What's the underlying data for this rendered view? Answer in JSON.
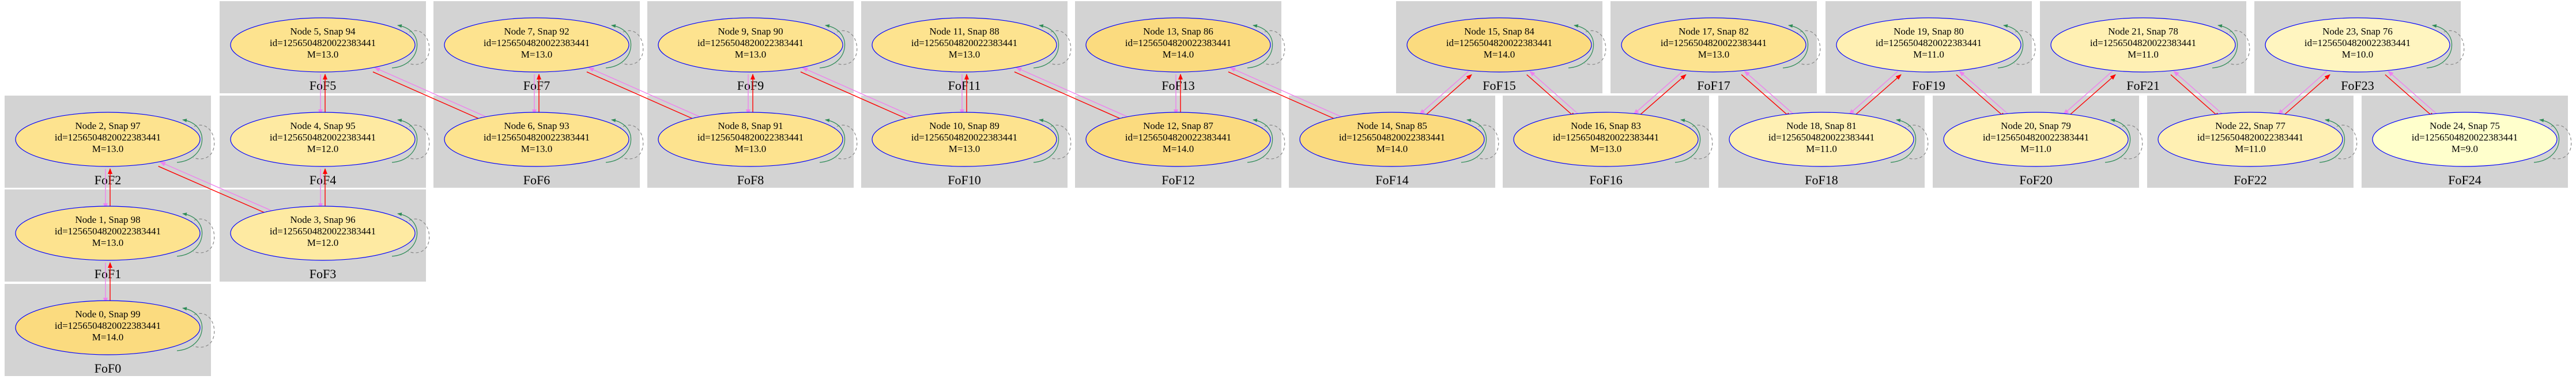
{
  "graph": {
    "clusters": [
      {
        "label": "FoF0"
      },
      {
        "label": "FoF1"
      },
      {
        "label": "FoF2"
      },
      {
        "label": "FoF3"
      },
      {
        "label": "FoF4"
      },
      {
        "label": "FoF5"
      },
      {
        "label": "FoF6"
      },
      {
        "label": "FoF7"
      },
      {
        "label": "FoF8"
      },
      {
        "label": "FoF9"
      },
      {
        "label": "FoF10"
      },
      {
        "label": "FoF11"
      },
      {
        "label": "FoF12"
      },
      {
        "label": "FoF13"
      },
      {
        "label": "FoF14"
      },
      {
        "label": "FoF15"
      },
      {
        "label": "FoF16"
      },
      {
        "label": "FoF17"
      },
      {
        "label": "FoF18"
      },
      {
        "label": "FoF19"
      },
      {
        "label": "FoF20"
      },
      {
        "label": "FoF21"
      },
      {
        "label": "FoF22"
      },
      {
        "label": "FoF23"
      },
      {
        "label": "FoF24"
      }
    ],
    "nodes": [
      {
        "title": "Node 0, Snap 99",
        "id_text": "id=1256504820022383441",
        "mass_text": "M=14.0",
        "fill": "#fbdb7f"
      },
      {
        "title": "Node 1, Snap 98",
        "id_text": "id=1256504820022383441",
        "mass_text": "M=13.0",
        "fill": "#fde38f"
      },
      {
        "title": "Node 2, Snap 97",
        "id_text": "id=1256504820022383441",
        "mass_text": "M=13.0",
        "fill": "#fde38f"
      },
      {
        "title": "Node 3, Snap 96",
        "id_text": "id=1256504820022383441",
        "mass_text": "M=12.0",
        "fill": "#feeaa2"
      },
      {
        "title": "Node 4, Snap 95",
        "id_text": "id=1256504820022383441",
        "mass_text": "M=12.0",
        "fill": "#feeaa2"
      },
      {
        "title": "Node 5, Snap 94",
        "id_text": "id=1256504820022383441",
        "mass_text": "M=13.0",
        "fill": "#fde38f"
      },
      {
        "title": "Node 6, Snap 93",
        "id_text": "id=1256504820022383441",
        "mass_text": "M=13.0",
        "fill": "#fde38f"
      },
      {
        "title": "Node 7, Snap 92",
        "id_text": "id=1256504820022383441",
        "mass_text": "M=13.0",
        "fill": "#fde38f"
      },
      {
        "title": "Node 8, Snap 91",
        "id_text": "id=1256504820022383441",
        "mass_text": "M=13.0",
        "fill": "#fde38f"
      },
      {
        "title": "Node 9, Snap 90",
        "id_text": "id=1256504820022383441",
        "mass_text": "M=13.0",
        "fill": "#fde38f"
      },
      {
        "title": "Node 10, Snap 89",
        "id_text": "id=1256504820022383441",
        "mass_text": "M=13.0",
        "fill": "#fde38f"
      },
      {
        "title": "Node 11, Snap 88",
        "id_text": "id=1256504820022383441",
        "mass_text": "M=13.0",
        "fill": "#fde38f"
      },
      {
        "title": "Node 12, Snap 87",
        "id_text": "id=1256504820022383441",
        "mass_text": "M=14.0",
        "fill": "#fbdb7f"
      },
      {
        "title": "Node 13, Snap 86",
        "id_text": "id=1256504820022383441",
        "mass_text": "M=14.0",
        "fill": "#fbdb7f"
      },
      {
        "title": "Node 14, Snap 85",
        "id_text": "id=1256504820022383441",
        "mass_text": "M=14.0",
        "fill": "#fbdb7f"
      },
      {
        "title": "Node 15, Snap 84",
        "id_text": "id=1256504820022383441",
        "mass_text": "M=14.0",
        "fill": "#fbdb7f"
      },
      {
        "title": "Node 16, Snap 83",
        "id_text": "id=1256504820022383441",
        "mass_text": "M=13.0",
        "fill": "#fde38f"
      },
      {
        "title": "Node 17, Snap 82",
        "id_text": "id=1256504820022383441",
        "mass_text": "M=13.0",
        "fill": "#fde38f"
      },
      {
        "title": "Node 18, Snap 81",
        "id_text": "id=1256504820022383441",
        "mass_text": "M=11.0",
        "fill": "#fff0b3"
      },
      {
        "title": "Node 19, Snap 80",
        "id_text": "id=1256504820022383441",
        "mass_text": "M=11.0",
        "fill": "#fff0b3"
      },
      {
        "title": "Node 20, Snap 79",
        "id_text": "id=1256504820022383441",
        "mass_text": "M=11.0",
        "fill": "#fff0b3"
      },
      {
        "title": "Node 21, Snap 78",
        "id_text": "id=1256504820022383441",
        "mass_text": "M=11.0",
        "fill": "#fff0b3"
      },
      {
        "title": "Node 22, Snap 77",
        "id_text": "id=1256504820022383441",
        "mass_text": "M=11.0",
        "fill": "#fff0b3"
      },
      {
        "title": "Node 23, Snap 76",
        "id_text": "id=1256504820022383441",
        "mass_text": "M=10.0",
        "fill": "#fff5c0"
      },
      {
        "title": "Node 24, Snap 75",
        "id_text": "id=1256504820022383441",
        "mass_text": "M=9.0",
        "fill": "#ffffcc"
      }
    ],
    "colors": {
      "cluster_bg": "#d3d3d3",
      "node_border": "#0000ff",
      "edge_progenitor": "#ff0000",
      "edge_descendant": "#ee82ee",
      "self_loop_dashed": "#888888",
      "self_loop_arrow": "#2e8b57"
    }
  }
}
